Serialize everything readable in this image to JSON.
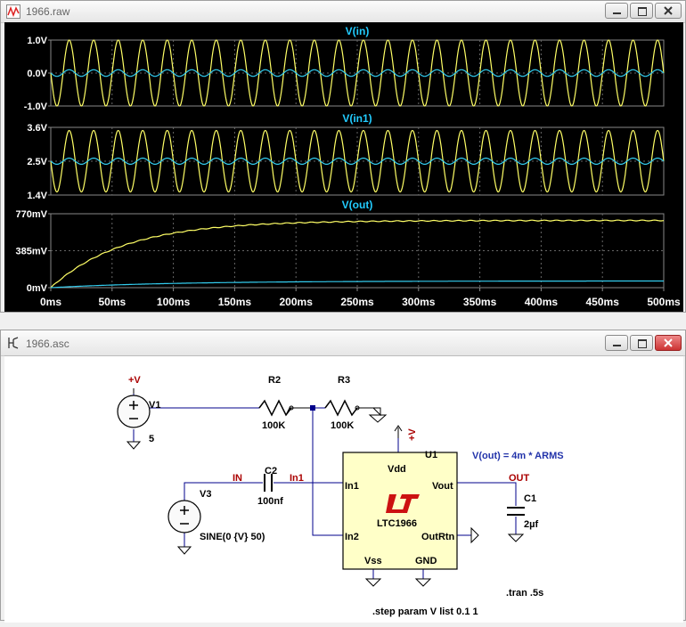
{
  "plot_window": {
    "title": "1966.raw",
    "panes": [
      {
        "label": "V(in)",
        "yticks": [
          "1.0V",
          "0.0V",
          "-1.0V"
        ]
      },
      {
        "label": "V(in1)",
        "yticks": [
          "3.6V",
          "2.5V",
          "1.4V"
        ]
      },
      {
        "label": "V(out)",
        "yticks": [
          "770mV",
          "385mV",
          "0mV"
        ]
      }
    ],
    "xticks": [
      "0ms",
      "50ms",
      "100ms",
      "150ms",
      "200ms",
      "250ms",
      "300ms",
      "350ms",
      "400ms",
      "450ms",
      "500ms"
    ],
    "trace_colors": {
      "primary": "#ffff66",
      "secondary": "#33ccee",
      "label": "#22ccff",
      "grid": "#666666"
    }
  },
  "chart_data": [
    {
      "type": "line",
      "title": "V(in)",
      "x_range": [
        0,
        500
      ],
      "ylim": [
        -1.0,
        1.0
      ],
      "series": [
        {
          "color": "#ffff66",
          "description": "sine",
          "frequency_hz": 50,
          "amplitude": 1.0,
          "offset": 0.0
        },
        {
          "color": "#33ccee",
          "description": "sine",
          "frequency_hz": 50,
          "amplitude": 0.1,
          "offset": 0.0
        }
      ]
    },
    {
      "type": "line",
      "title": "V(in1)",
      "x_range": [
        0,
        500
      ],
      "ylim": [
        1.4,
        3.6
      ],
      "series": [
        {
          "color": "#ffff66",
          "description": "sine",
          "frequency_hz": 50,
          "amplitude": 1.0,
          "offset": 2.5
        },
        {
          "color": "#33ccee",
          "description": "sine",
          "frequency_hz": 50,
          "amplitude": 0.1,
          "offset": 2.5
        }
      ]
    },
    {
      "type": "line",
      "title": "V(out)",
      "x_range": [
        0,
        500
      ],
      "ylim": [
        0,
        770
      ],
      "series": [
        {
          "color": "#ffff66",
          "description": "rise",
          "final_value": 700,
          "tau_ms": 60
        },
        {
          "color": "#33ccee",
          "description": "rise",
          "final_value": 70,
          "tau_ms": 100
        }
      ]
    }
  ],
  "schematic_window": {
    "title": "1966.asc",
    "labels": {
      "vplus1": "+V",
      "v1": "V1",
      "v1_value": "5",
      "r2": "R2",
      "r2_value": "100K",
      "r3": "R3",
      "r3_value": "100K",
      "vplus2": "+V",
      "u1": "U1",
      "vdd": "Vdd",
      "in_net": "IN",
      "c2": "C2",
      "c2_value": "100nf",
      "in1_net": "In1",
      "v3": "V3",
      "v3_value": "SINE(0 {V} 50)",
      "pin_in1": "In1",
      "pin_in2": "In2",
      "pin_vout": "Vout",
      "pin_outrtn": "OutRtn",
      "pin_vss": "Vss",
      "pin_gnd": "GND",
      "part": "LTC1966",
      "out_net": "OUT",
      "c1": "C1",
      "c1_value": "2µf",
      "annotation": "V(out) = 4m * ARMS",
      "tran": ".tran .5s",
      "step": ".step param V list 0.1 1"
    }
  }
}
